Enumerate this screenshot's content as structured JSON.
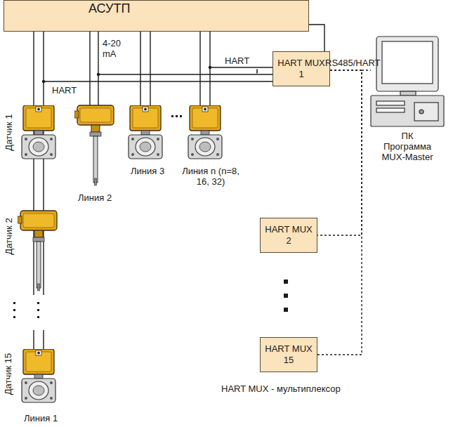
{
  "diagram": {
    "nodes": [
      {
        "text": [
          "АСУТП"
        ]
      },
      {
        "text": [
          "HART MUX 1"
        ]
      },
      {
        "text": [
          "HART MUX 2"
        ]
      },
      {
        "text": [
          "HART MUX 15"
        ]
      }
    ],
    "edges": [
      {
        "from": 0,
        "to": 1,
        "arrow": "none"
      },
      {
        "from": 1,
        "to": 2,
        "arrow": "none"
      },
      {
        "from": 1,
        "to": 3,
        "arrow": "none"
      }
    ],
    "labels": [
      "Датчик 1",
      "Датчик 2",
      "Датчик 15",
      "Линия 1",
      "Линия 2",
      "Линия 3",
      "Линия n (n=8, 16, 32)",
      "4-20 mA",
      "HART",
      "HART",
      "RS485/HART",
      "ПК Программа MUX-Master",
      "HART MUX - мультиплексор"
    ]
  }
}
